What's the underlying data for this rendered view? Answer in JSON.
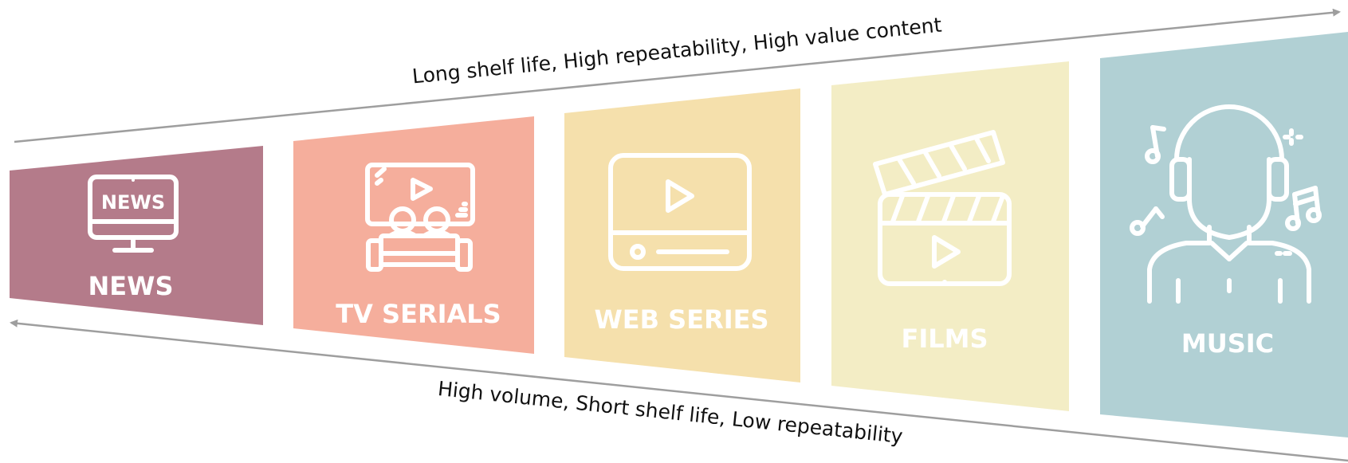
{
  "arrows": {
    "top_text": "Long shelf life, High repeatability, High value content",
    "bottom_text": "High volume, Short shelf life, Low repeatability"
  },
  "panels": [
    {
      "label": "NEWS",
      "icon": "news-monitor-icon",
      "color": "#b47b8a"
    },
    {
      "label": "TV SERIALS",
      "icon": "tv-audience-icon",
      "color": "#f5ae9c"
    },
    {
      "label": "WEB SERIES",
      "icon": "video-player-icon",
      "color": "#f5e0ac"
    },
    {
      "label": "FILMS",
      "icon": "clapperboard-icon",
      "color": "#f3edc5"
    },
    {
      "label": "MUSIC",
      "icon": "listener-headphones-icon",
      "color": "#b1d0d4"
    }
  ],
  "news_icon_word": "NEWS",
  "arrow_color": "#9e9e9e"
}
